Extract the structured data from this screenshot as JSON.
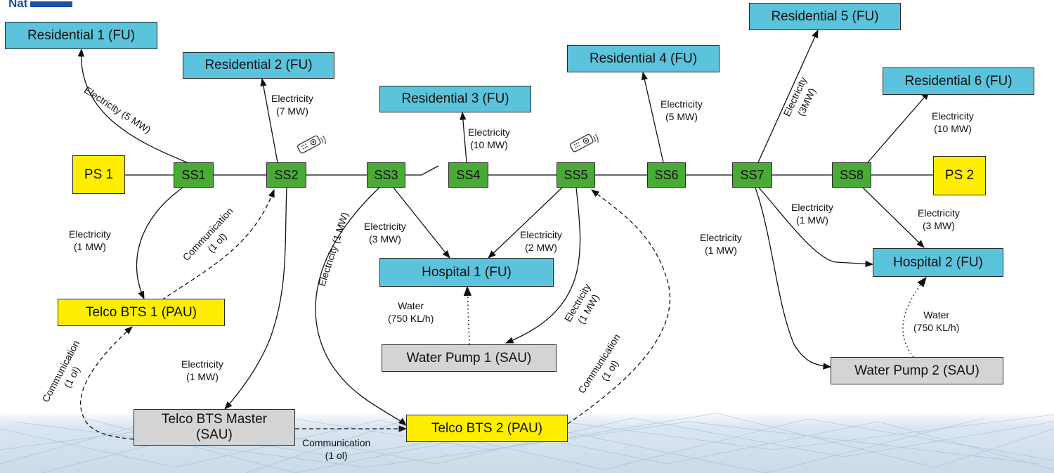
{
  "logo": {
    "text": "Nat"
  },
  "nodes": {
    "res1": "Residential 1 (FU)",
    "res2": "Residential 2 (FU)",
    "res3": "Residential 3 (FU)",
    "res4": "Residential 4 (FU)",
    "res5": "Residential 5 (FU)",
    "res6": "Residential 6 (FU)",
    "ps1": "PS 1",
    "ps2": "PS 2",
    "ss1": "SS1",
    "ss2": "SS2",
    "ss3": "SS3",
    "ss4": "SS4",
    "ss5": "SS5",
    "ss6": "SS6",
    "ss7": "SS7",
    "ss8": "SS8",
    "hosp1": "Hospital 1 (FU)",
    "hosp2": "Hospital 2 (FU)",
    "bts1": "Telco BTS 1 (PAU)",
    "bts2": "Telco BTS 2 (PAU)",
    "btsm": "Telco BTS Master (SAU)",
    "wp1": "Water Pump 1 (SAU)",
    "wp2": "Water Pump 2 (SAU)"
  },
  "edge_labels": {
    "ss1_res1": [
      "Electricity (5 MW)"
    ],
    "ss2_res2": [
      "Electricity",
      "(7 MW)"
    ],
    "ss4_res3": [
      "Electricity",
      "(10 MW)"
    ],
    "ss6_res4": [
      "Electricity",
      "(5 MW)"
    ],
    "ss7_res5": [
      "Electricity",
      "(3MW)"
    ],
    "ss8_res6": [
      "Electricity",
      "(10 MW)"
    ],
    "ss1_bts1": [
      "Electricity",
      "(1 MW)"
    ],
    "bts1_ss2": [
      "Communication",
      "(1 ol)"
    ],
    "ss3_bts2": [
      "Electricity (1 MW)"
    ],
    "ss3_hosp1": [
      "Electricity",
      "(3 MW)"
    ],
    "ss5_hosp1": [
      "Electricity",
      "(2 MW)"
    ],
    "ss5_wp1": [
      "Electricity",
      "(1 MW)"
    ],
    "wp1_hosp1": [
      "Water",
      "(750 KL/h)"
    ],
    "bts2_ss5": [
      "Communication",
      "(1 ol)"
    ],
    "ss7_hosp2": [
      "Electricity",
      "(1 MW)"
    ],
    "ss8_hosp2": [
      "Electricity",
      "(3 MW)"
    ],
    "ss7_wp2": [
      "Electricity",
      "(1 MW)"
    ],
    "wp2_hosp2": [
      "Water",
      "(750 KL/h)"
    ],
    "ss2_btsm": [
      "Electricity",
      "(1 MW)"
    ],
    "btsm_bts1": [
      "Communication",
      "(1 ol)"
    ],
    "btsm_bts2": [
      "Communication",
      "(1 ol)"
    ]
  },
  "icons": [
    "remote-control-icon",
    "remote-control-icon"
  ],
  "colors": {
    "fu": "#5bc3db",
    "ps_pau": "#ffee00",
    "ss": "#4aaa36",
    "sau": "#d4d4d4",
    "logo": "#1b4fa8"
  }
}
